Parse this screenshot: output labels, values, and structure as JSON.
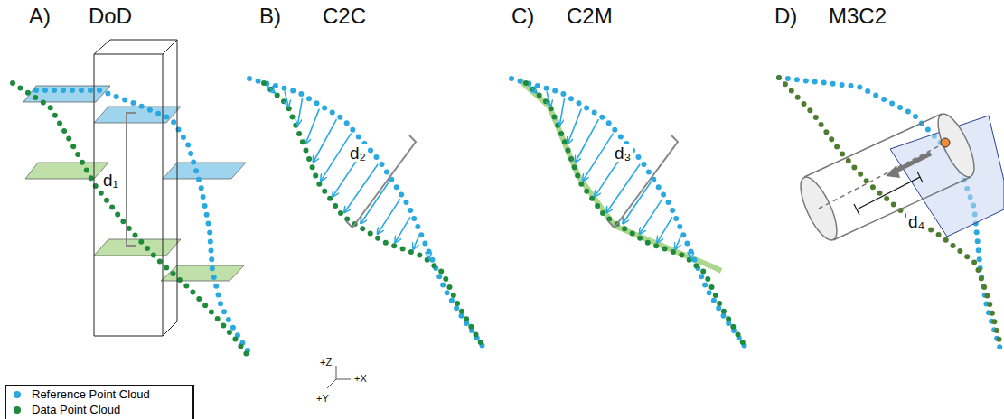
{
  "diagram": {
    "labels": [
      "A)",
      "DoD",
      "B)",
      "C2C",
      "C)",
      "C2M",
      "D)",
      "M3C2",
      "d₁",
      "d₂",
      "d₃",
      "d₄",
      "+Z",
      "+X",
      "+Y"
    ],
    "legend": [
      {
        "text": "Reference Point Cloud",
        "color": "#2aa9e0"
      },
      {
        "text": "Data Point Cloud",
        "color": "#1e8a3c"
      }
    ]
  }
}
